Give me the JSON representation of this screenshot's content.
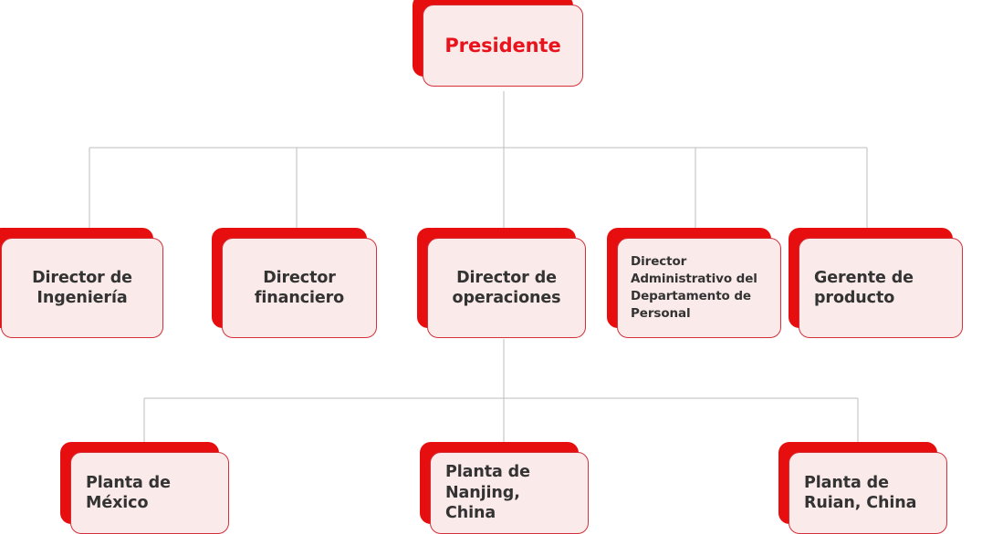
{
  "chart": {
    "title_text": "Presidente",
    "colors": {
      "plate_red": "#e60e0e",
      "card_fill": "#fbeaea",
      "card_border": "#d4303a",
      "root_text": "#e8131d",
      "node_text": "#333333",
      "connector": "#bdbdbd",
      "background": "#ffffff"
    }
  },
  "nodes": {
    "root": {
      "label": "Presidente"
    },
    "level2": [
      {
        "label": "Director de Ingeniería"
      },
      {
        "label": "Director financiero"
      },
      {
        "label": "Director de operaciones"
      },
      {
        "label": "Director Administrativo del Departamento de Personal"
      },
      {
        "label": "Gerente de producto"
      }
    ],
    "level3": [
      {
        "label": "Planta de México"
      },
      {
        "label": "Planta de Nanjing, China"
      },
      {
        "label": "Planta de Ruian, China"
      }
    ]
  }
}
